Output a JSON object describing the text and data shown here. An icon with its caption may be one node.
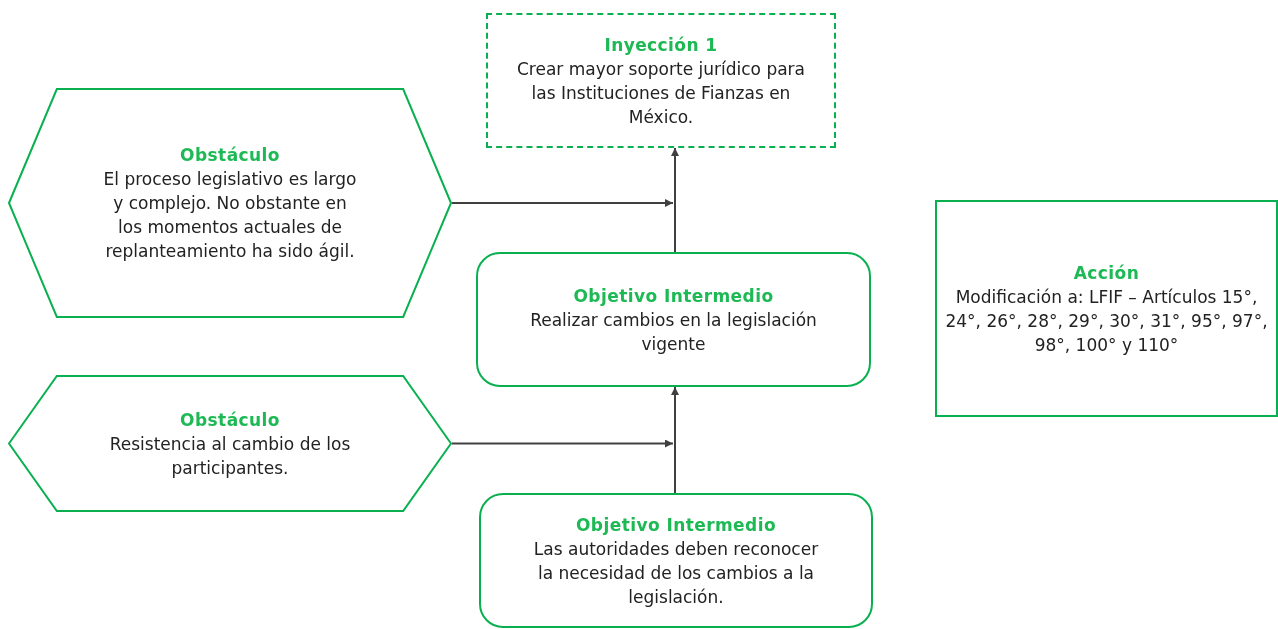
{
  "diagram": {
    "nodes": [
      {
        "text": [
          "Inyección 1",
          "Crear mayor soporte jurídico para las Instituciones de Fianzas en México."
        ]
      },
      {
        "text": [
          "Obstáculo",
          "El proceso legislativo es largo y complejo. No obstante en los momentos actuales de replanteamiento ha sido ágil."
        ]
      },
      {
        "text": [
          "Objetivo Intermedio",
          "Realizar cambios en la legislación vigente"
        ]
      },
      {
        "text": [
          "Acción",
          "Modificación a: LFIF – Artículos 15°, 24°, 26°, 28°, 29°, 30°, 31°, 95°, 97°, 98°, 100° y 110°"
        ]
      },
      {
        "text": [
          "Obstáculo",
          "Resistencia al cambio de los participantes."
        ]
      },
      {
        "text": [
          "Objetivo Intermedio",
          "Las autoridades deben reconocer la necesidad de los cambios a la legislación."
        ]
      }
    ],
    "edges": [
      {
        "from": 2,
        "to": 0,
        "arrow": "to"
      },
      {
        "from": 5,
        "to": 2,
        "arrow": "to"
      },
      {
        "from": 1,
        "to": null,
        "arrow": "to"
      },
      {
        "from": 4,
        "to": null,
        "arrow": "to"
      }
    ]
  }
}
